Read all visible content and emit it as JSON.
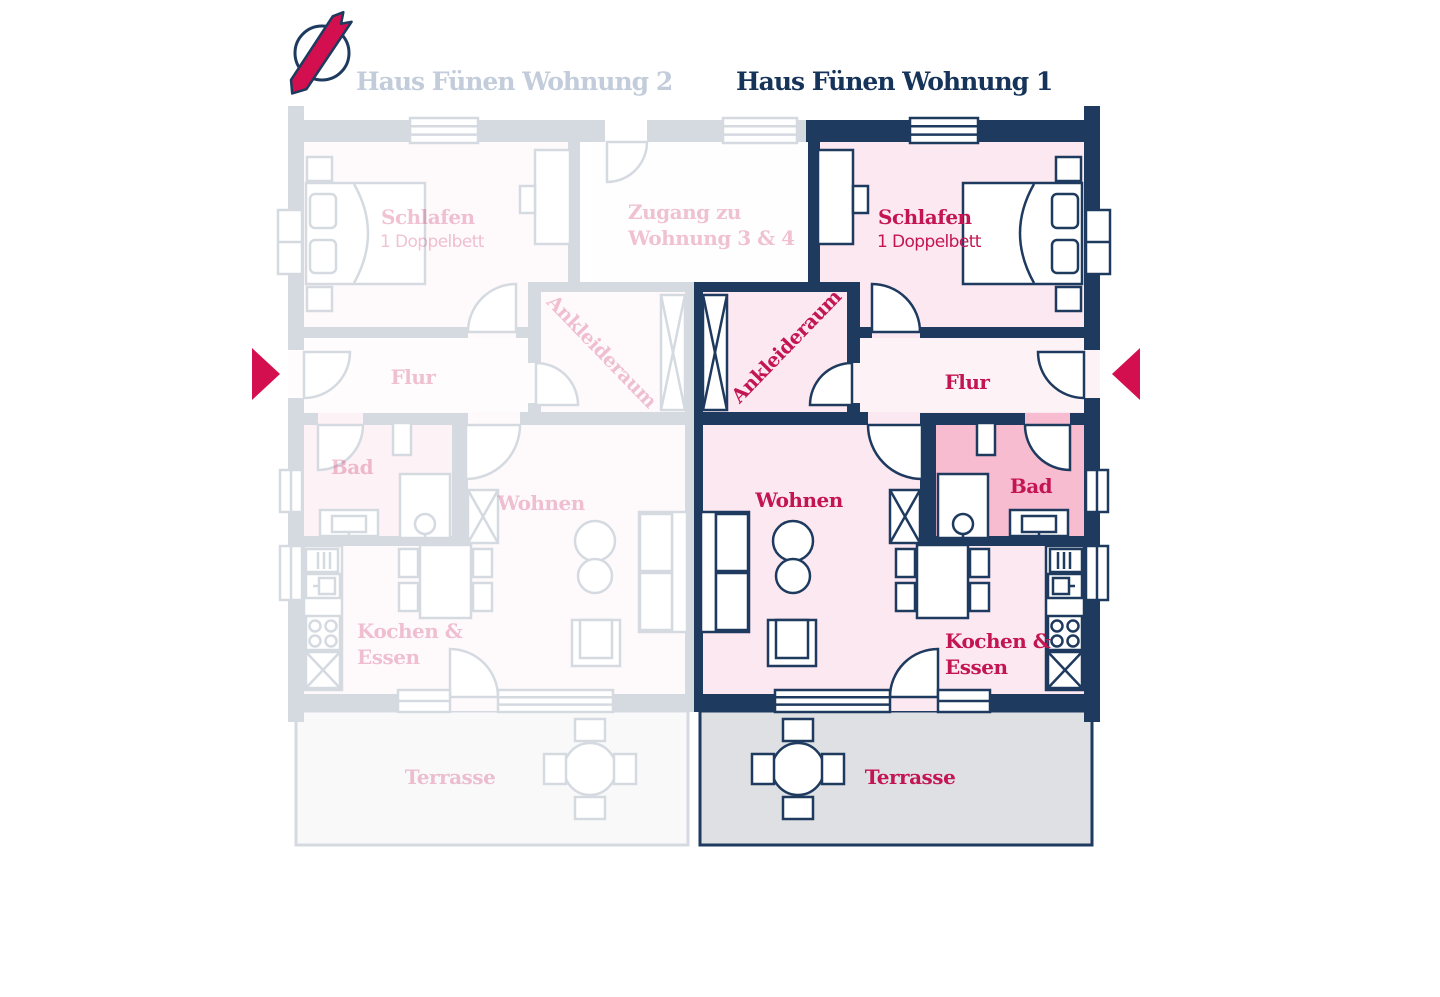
{
  "titles": {
    "left": "Haus Fünen Wohnung 2",
    "right": "Haus Fünen Wohnung 1"
  },
  "apartment1": {
    "name": "Haus Fünen Wohnung 1",
    "rooms": {
      "schlafen": "Schlafen",
      "schlafen_sub": "1 Doppelbett",
      "ankleideraum": "Ankleideraum",
      "flur": "Flur",
      "bad": "Bad",
      "wohnen": "Wohnen",
      "kochen_line1": "Kochen &",
      "kochen_line2": "Essen",
      "terrasse": "Terrasse"
    }
  },
  "apartment2": {
    "name": "Haus Fünen Wohnung 2",
    "rooms": {
      "schlafen": "Schlafen",
      "schlafen_sub": "1 Doppelbett",
      "ankleideraum": "Ankleideraum",
      "flur": "Flur",
      "bad": "Bad",
      "wohnen": "Wohnen",
      "kochen_line1": "Kochen &",
      "kochen_line2": "Essen",
      "terrasse": "Terrasse"
    }
  },
  "shared": {
    "zugang_line1": "Zugang zu",
    "zugang_line2": "Wohnung 3 & 4"
  },
  "colors": {
    "wall_navy": "#1e3a5f",
    "title_navy": "#16345a",
    "faded_title": "#c3ccda",
    "label_crimson": "#c41553",
    "accent_crimson": "#d30f4f",
    "room_pink": "#fce8f0",
    "flur_pink": "#fdf3f7",
    "bad_pink": "#f8bcd0",
    "terrace_gray": "#dfe0e4"
  }
}
